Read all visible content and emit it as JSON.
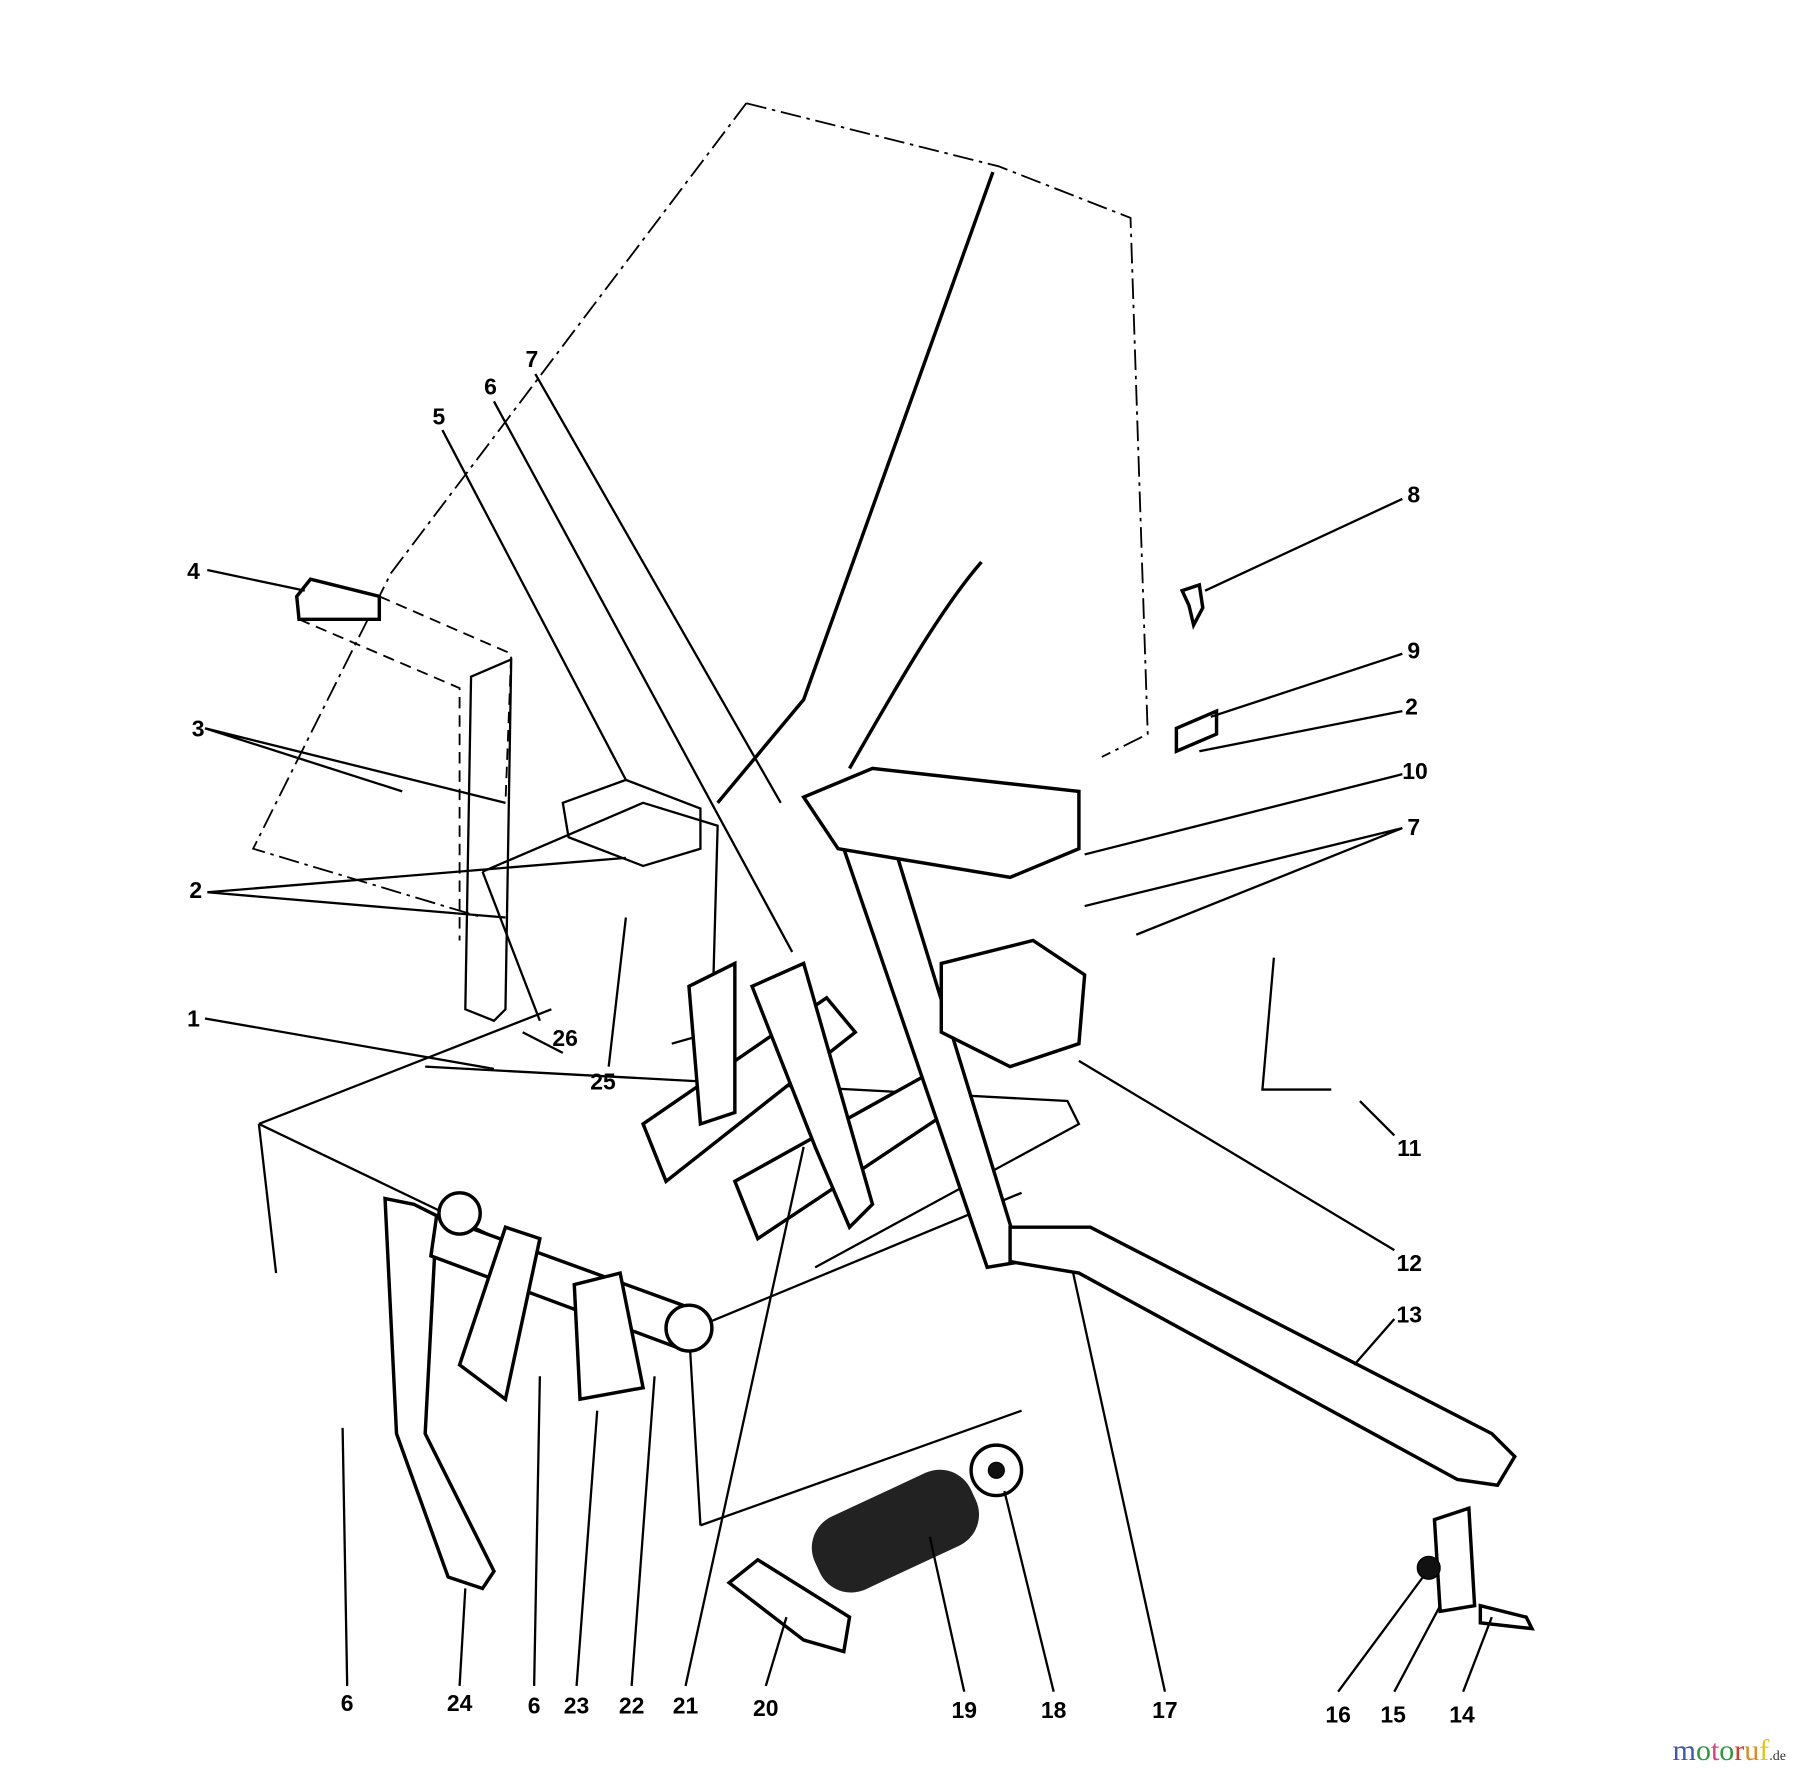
{
  "diagram": {
    "callouts": {
      "c1": "1",
      "c2a": "2",
      "c2b": "2",
      "c3": "3",
      "c4": "4",
      "c5": "5",
      "c6a": "6",
      "c6b": "6",
      "c6c": "6",
      "c7a": "7",
      "c7b": "7",
      "c8": "8",
      "c9": "9",
      "c10": "10",
      "c11": "11",
      "c12": "12",
      "c13": "13",
      "c14": "14",
      "c15": "15",
      "c16": "16",
      "c17": "17",
      "c18": "18",
      "c19": "19",
      "c20": "20",
      "c21": "21",
      "c22": "22",
      "c23": "23",
      "c24": "24",
      "c25": "25",
      "c26": "26"
    }
  },
  "watermark": {
    "brand": "motoruf",
    "tld": ".de",
    "colors": [
      "#3b5bab",
      "#2e9a3e",
      "#e0407a",
      "#2e9a3e",
      "#d93a2a",
      "#e08a1e",
      "#e8c21e"
    ]
  }
}
